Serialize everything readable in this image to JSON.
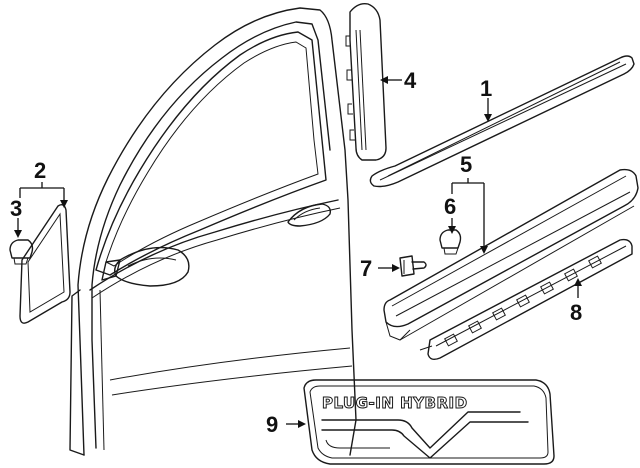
{
  "diagram": {
    "callouts": [
      {
        "id": "1",
        "label": "1"
      },
      {
        "id": "2",
        "label": "2"
      },
      {
        "id": "3",
        "label": "3"
      },
      {
        "id": "4",
        "label": "4"
      },
      {
        "id": "5",
        "label": "5"
      },
      {
        "id": "6",
        "label": "6"
      },
      {
        "id": "7",
        "label": "7"
      },
      {
        "id": "8",
        "label": "8"
      },
      {
        "id": "9",
        "label": "9"
      }
    ],
    "badge_text": "PLUG-IN HYBRID"
  }
}
